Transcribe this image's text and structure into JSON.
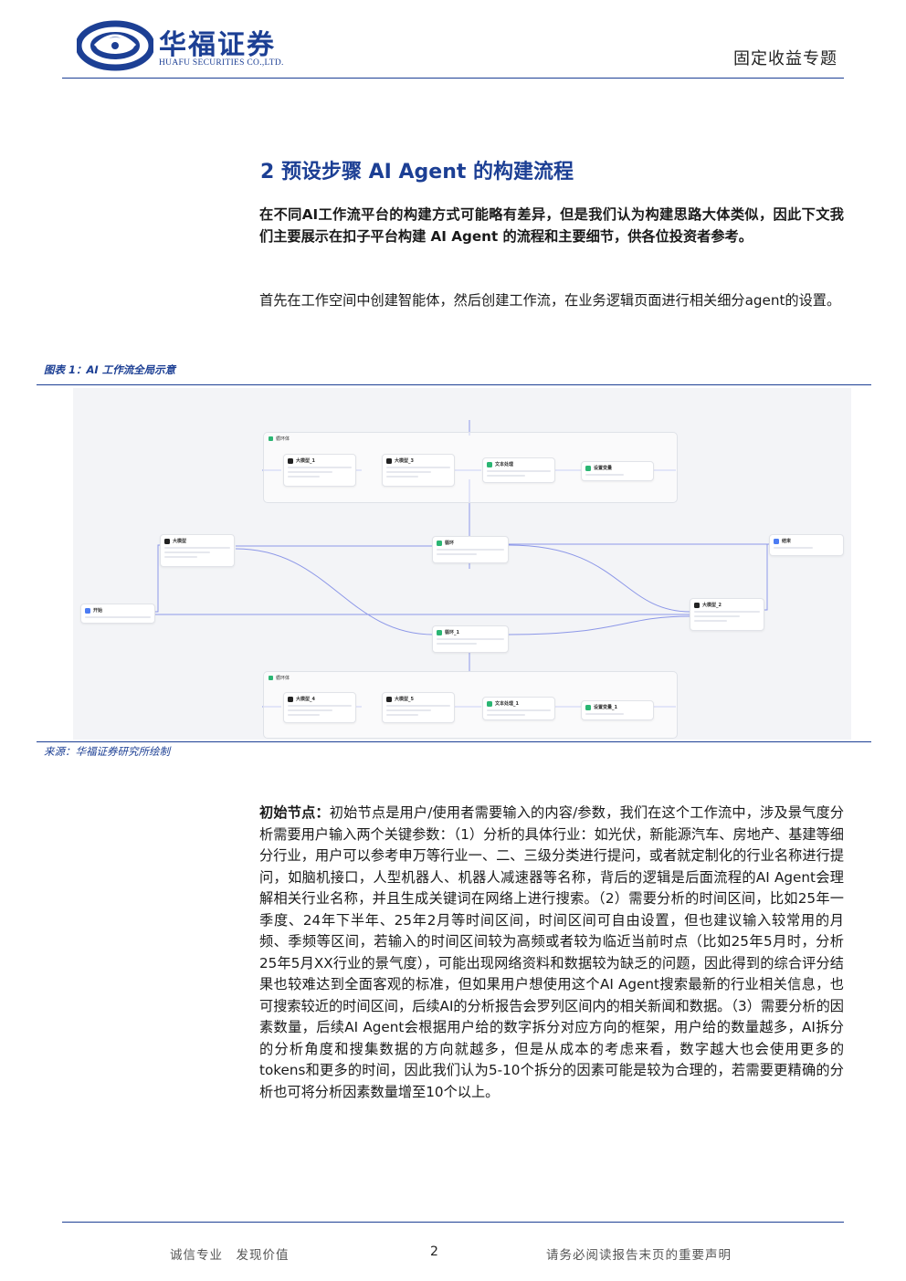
{
  "header": {
    "company_cn": "华福证券",
    "company_en": "HUAFU SECURITIES CO.,LTD.",
    "report_type": "固定收益专题"
  },
  "section": {
    "title": "2 预设步骤 AI Agent 的构建流程",
    "lead": "在不同AI工作流平台的构建方式可能略有差异，但是我们认为构建思路大体类似，因此下文我们主要展示在扣子平台构建 AI Agent 的流程和主要细节，供各位投资者参考。",
    "para1": "首先在工作空间中创建智能体，然后创建工作流，在业务逻辑页面进行相关细分agent的设置。",
    "para2_label": "初始节点：",
    "para2_body": "初始节点是用户/使用者需要输入的内容/参数，我们在这个工作流中，涉及景气度分析需要用户输入两个关键参数：（1）分析的具体行业：如光伏，新能源汽车、房地产、基建等细分行业，用户可以参考申万等行业一、二、三级分类进行提问，或者就定制化的行业名称进行提问，如脑机接口，人型机器人、机器人减速器等名称，背后的逻辑是后面流程的AI Agent会理解相关行业名称，并且生成关键词在网络上进行搜索。（2）需要分析的时间区间，比如25年一季度、24年下半年、25年2月等时间区间，时间区间可自由设置，但也建议输入较常用的月频、季频等区间，若输入的时间区间较为高频或者较为临近当前时点（比如25年5月时，分析25年5月XX行业的景气度），可能出现网络资料和数据较为缺乏的问题，因此得到的综合评分结果也较难达到全面客观的标准，但如果用户想使用这个AI Agent搜索最新的行业相关信息，也可搜索较近的时间区间，后续AI的分析报告会罗列区间内的相关新闻和数据。（3）需要分析的因素数量，后续AI Agent会根据用户给的数字拆分对应方向的框架，用户给的数量越多，AI拆分的分析角度和搜集数据的方向就越多，但是从成本的考虑来看，数字越大也会使用更多的tokens和更多的时间，因此我们认为5-10个拆分的因素可能是较为合理的，若需要更精确的分析也可将分析因素数量增至10个以上。"
  },
  "figure": {
    "label": "图表 1：AI 工作流全局示意",
    "source": "来源：华福证券研究所绘制",
    "nodes": {
      "start": "开始",
      "llm_main": "大模型",
      "loop_top_node": "循环",
      "loop_bottom_node": "循环_1",
      "end": "结束",
      "llm_final": "大模型_2",
      "group_top": "循环体",
      "group_bottom": "循环体",
      "top_llm1": "大模型_1",
      "top_llm2": "大模型_3",
      "top_text": "文本处理",
      "top_var": "设置变量",
      "bot_llm1": "大模型_4",
      "bot_llm2": "大模型_5",
      "bot_text": "文本处理_1",
      "bot_var": "设置变量_1"
    }
  },
  "footer": {
    "slogan": "诚信专业　发现价值",
    "page": "2",
    "disclaimer": "请务必阅读报告末页的重要声明"
  }
}
